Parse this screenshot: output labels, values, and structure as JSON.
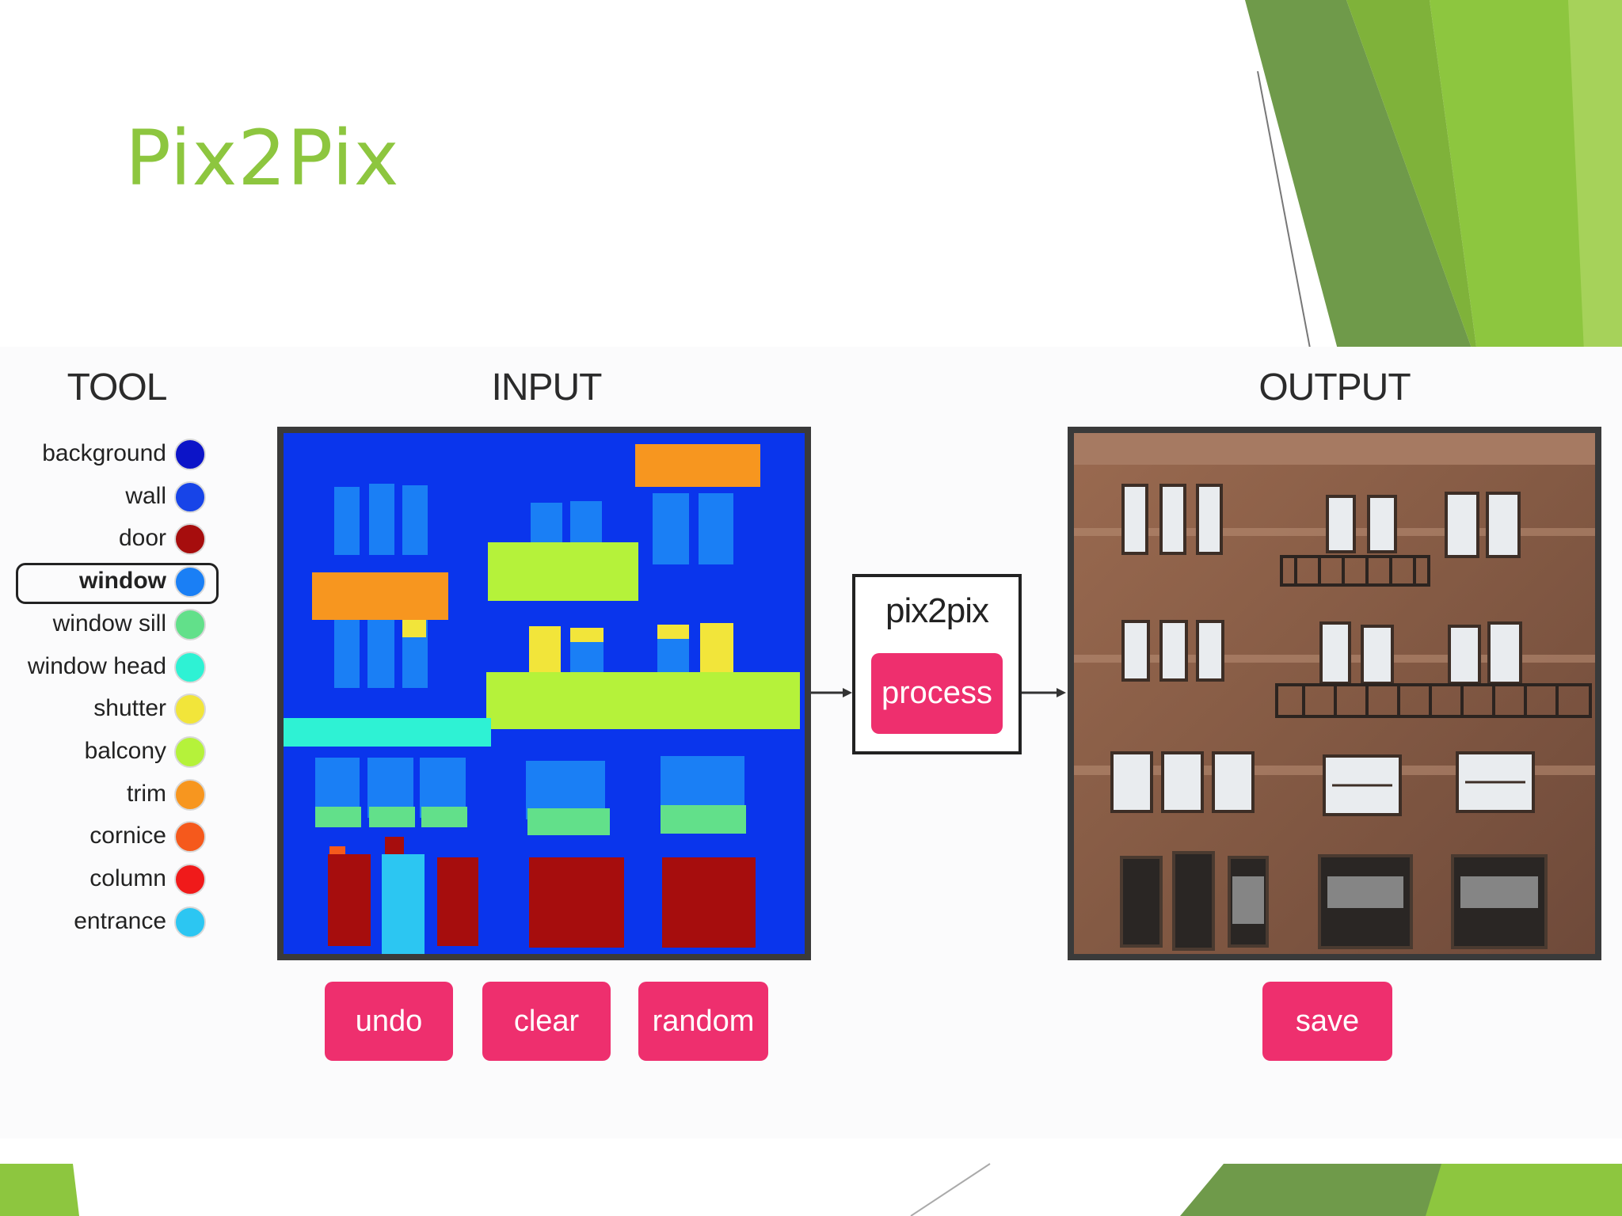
{
  "slide": {
    "title": "Pix2Pix"
  },
  "tool": {
    "header": "TOOL",
    "items": [
      {
        "label": "background",
        "color": "#0c14c8"
      },
      {
        "label": "wall",
        "color": "#1744e8"
      },
      {
        "label": "door",
        "color": "#a60d0d"
      },
      {
        "label": "window",
        "color": "#1a7ff5",
        "selected": true
      },
      {
        "label": "window sill",
        "color": "#62e08a"
      },
      {
        "label": "window head",
        "color": "#2ef2d4"
      },
      {
        "label": "shutter",
        "color": "#f2e53a"
      },
      {
        "label": "balcony",
        "color": "#b5f23a"
      },
      {
        "label": "trim",
        "color": "#f7961f"
      },
      {
        "label": "cornice",
        "color": "#f5591c"
      },
      {
        "label": "column",
        "color": "#f01a1a"
      },
      {
        "label": "entrance",
        "color": "#2cc6f2"
      }
    ]
  },
  "input": {
    "header": "INPUT",
    "buttons": {
      "undo": "undo",
      "clear": "clear",
      "random": "random"
    }
  },
  "processor": {
    "label": "pix2pix",
    "button": "process"
  },
  "output": {
    "header": "OUTPUT",
    "buttons": {
      "save": "save"
    }
  },
  "colors": {
    "accent_green": "#8dc63f",
    "button_pink": "#ee2f6e"
  }
}
